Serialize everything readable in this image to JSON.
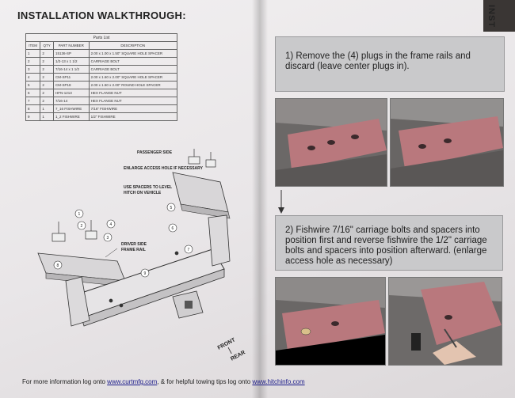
{
  "heading": "INSTALLATION WALKTHROUGH:",
  "corner_text": "INST",
  "parts_table": {
    "caption": "Parts List",
    "headers": [
      "ITEM",
      "QTY",
      "PART NUMBER",
      "DESCRIPTION"
    ],
    "rows": [
      [
        "1",
        "2",
        "15136-SP",
        "2.00 x 1.00 x 1.50\" SQUARE HOLE SPACER"
      ],
      [
        "2",
        "2",
        "1/2-13 x 1 1/2",
        "CARRIAGE BOLT"
      ],
      [
        "3",
        "2",
        "7/16-14 x 1 1/2",
        "CARRIAGE BOLT"
      ],
      [
        "4",
        "2",
        "CM-SP11",
        "2.00 x 1.60 x 2.00\" SQUARE HOLE SPACER"
      ],
      [
        "5",
        "2",
        "CM-SP18",
        "2.00 x 1.50 x 2.00\" ROUND HOLE SPACER"
      ],
      [
        "6",
        "2",
        "HFN-1213",
        "HEX FLANGE NUT"
      ],
      [
        "7",
        "2",
        "7/16-14",
        "HEX FLANGE NUT"
      ],
      [
        "8",
        "1",
        "7_16 FISHWIRE",
        "7/16\" FISHWIRE"
      ],
      [
        "9",
        "1",
        "1_2 FISHWIRE",
        "1/2\" FISHWIRE"
      ]
    ]
  },
  "diagram": {
    "labels": {
      "passenger": "PASSENGER SIDE",
      "access": "ENLARGE ACCESS HOLE IF NECESSARY",
      "spacers_1": "USE SPACERS TO LEVEL",
      "spacers_2": "HITCH ON VEHICLE",
      "driver_1": "DRIVER SIDE",
      "driver_2": "FRAME RAIL",
      "front": "FRONT",
      "rear": "REAR"
    },
    "callouts": [
      "1",
      "2",
      "3",
      "4",
      "5",
      "6",
      "7",
      "8",
      "9"
    ]
  },
  "steps": [
    {
      "text": "1)  Remove the (4) plugs in the frame rails and discard (leave center plugs in)."
    },
    {
      "text": "2)  Fishwire 7/16\" carriage bolts and spacers into position first and reverse fishwire the 1/2\" carriage bolts and spacers into position afterward. (enlarge access hole as necessary)"
    }
  ],
  "footer": {
    "prefix": "For more information log onto",
    "link1": "www.curtmfg.com",
    "middle": ", & for helpful towing tips log onto",
    "link2": "www.hitchinfo.com"
  },
  "colors": {
    "paper": "#ece9eb",
    "frame_rail": "#b9787d",
    "step_box": "#c9c9cb"
  }
}
